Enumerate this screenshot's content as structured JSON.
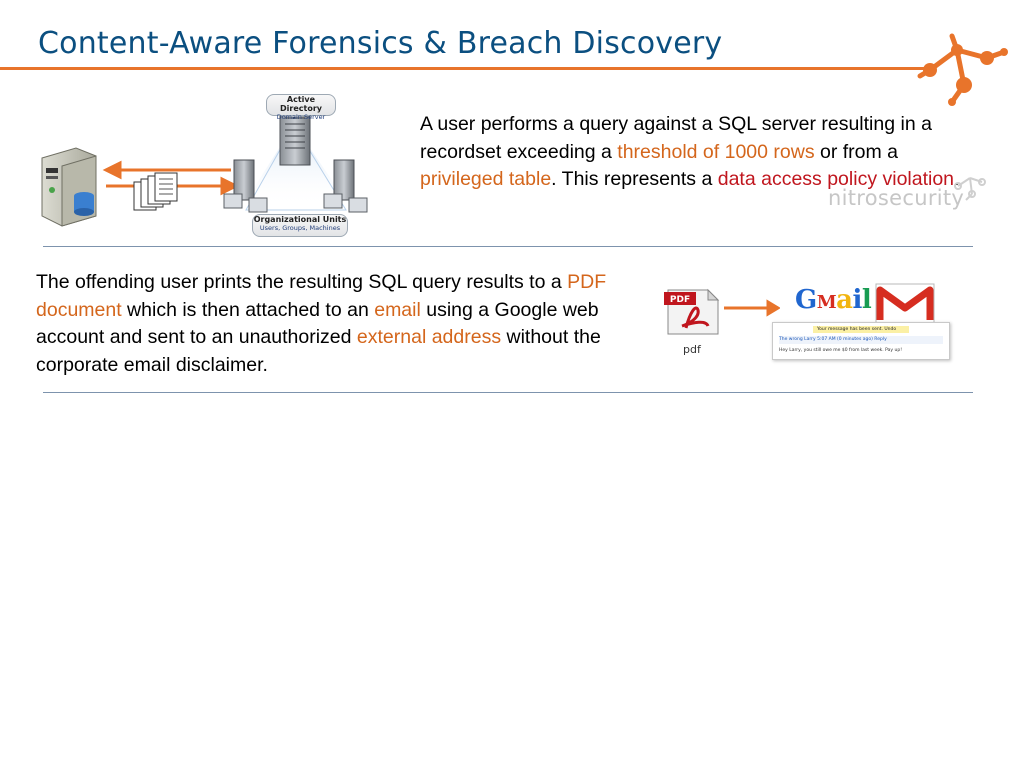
{
  "slide": {
    "title": "Content-Aware Forensics & Breach Discovery",
    "accent_color": "#e8742b",
    "title_color": "#0b4f80",
    "highlight_orange": "#d4661c",
    "highlight_red": "#c0161e"
  },
  "branding": {
    "watermark_text": "nitrosecurity",
    "logo_icon": "molecule-network-icon"
  },
  "section1": {
    "diagram": {
      "ad_label_line1": "Active Directory",
      "ad_label_line2": "Domain Server",
      "ou_label_line1": "Organizational Units",
      "ou_label_line2": "Users, Groups, Machines"
    },
    "text": {
      "p1": "A user performs a query against a SQL server resulting in a recordset exceeding a ",
      "h1": "threshold of 1000 rows",
      "p2": " or from a ",
      "h2": "privileged table",
      "p3": ".  This represents a ",
      "h3": "data access policy violation",
      "p4": "."
    }
  },
  "section2": {
    "text": {
      "p1": "The offending user prints the resulting SQL query results to a ",
      "h1": "PDF document",
      "p2": " which is then attached to an ",
      "h2": "email",
      "p3": " using a Google web account and sent to an unauthorized ",
      "h3": "external address",
      "p4": " without the corporate email disclaimer."
    },
    "diagram": {
      "pdf_badge": "PDF",
      "pdf_caption": "pdf",
      "gmail_letters": [
        "G",
        "M",
        "a",
        "i",
        "l"
      ],
      "gmail_notice": "Your message has been sent.  Undo",
      "gmail_row1": "The wrong Larry                                  5:07 AM (0 minutes ago)    Reply",
      "gmail_row2": "Hey Larry, you still owe me $0 from last week. Pay up!"
    }
  }
}
